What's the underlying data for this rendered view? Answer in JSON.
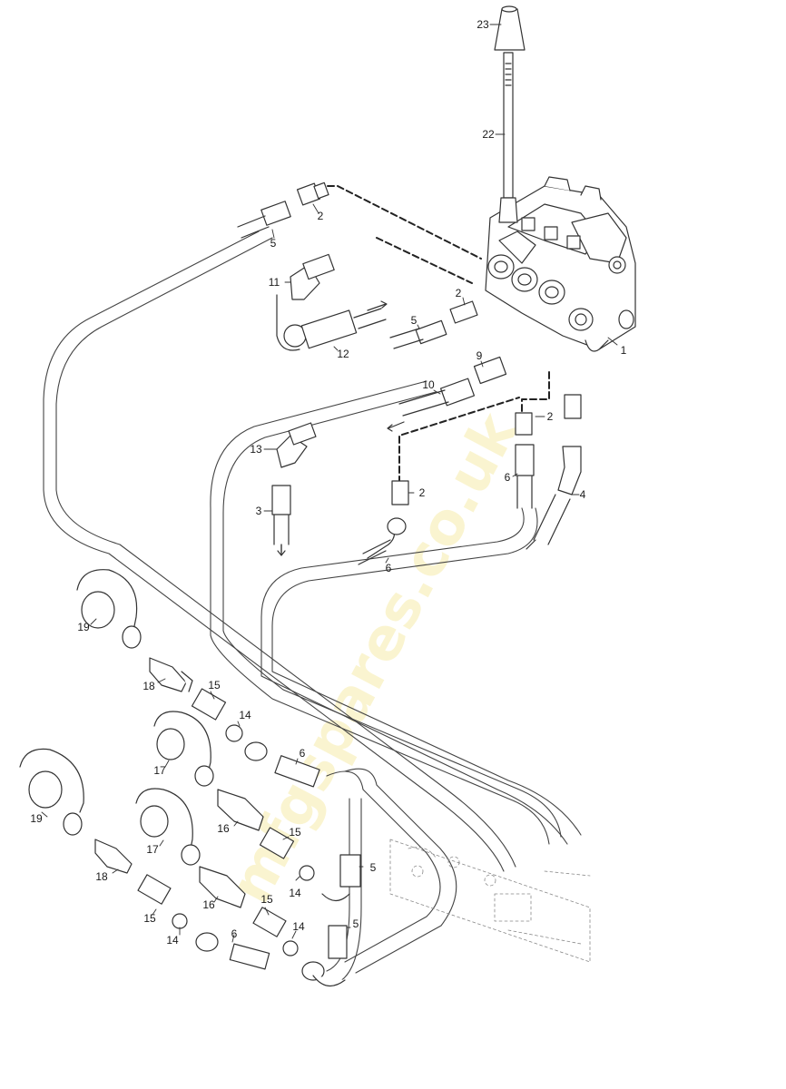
{
  "diagram": {
    "watermark": "mfgspares.co.uk",
    "callouts": [
      {
        "id": "c23a",
        "text": "23"
      },
      {
        "id": "c22a",
        "text": "22"
      },
      {
        "id": "c2a",
        "text": "2"
      },
      {
        "id": "c5a",
        "text": "5"
      },
      {
        "id": "c11a",
        "text": "11"
      },
      {
        "id": "c2b",
        "text": "2"
      },
      {
        "id": "c5b",
        "text": "5"
      },
      {
        "id": "c12a",
        "text": "12"
      },
      {
        "id": "c1a",
        "text": "1"
      },
      {
        "id": "c9a",
        "text": "9"
      },
      {
        "id": "c10a",
        "text": "10"
      },
      {
        "id": "c2c",
        "text": "2"
      },
      {
        "id": "c13a",
        "text": "13"
      },
      {
        "id": "c6a",
        "text": "6"
      },
      {
        "id": "c4a",
        "text": "4"
      },
      {
        "id": "c2d",
        "text": "2"
      },
      {
        "id": "c3a",
        "text": "3"
      },
      {
        "id": "c6b",
        "text": "6"
      },
      {
        "id": "c19a",
        "text": "19"
      },
      {
        "id": "c18a",
        "text": "18"
      },
      {
        "id": "c15a",
        "text": "15"
      },
      {
        "id": "c14a",
        "text": "14"
      },
      {
        "id": "c6c",
        "text": "6"
      },
      {
        "id": "c17a",
        "text": "17"
      },
      {
        "id": "c19b",
        "text": "19"
      },
      {
        "id": "c16a",
        "text": "16"
      },
      {
        "id": "c15b",
        "text": "15"
      },
      {
        "id": "c17b",
        "text": "17"
      },
      {
        "id": "c5c",
        "text": "5"
      },
      {
        "id": "c14b",
        "text": "14"
      },
      {
        "id": "c18b",
        "text": "18"
      },
      {
        "id": "c16b",
        "text": "16"
      },
      {
        "id": "c15c",
        "text": "15"
      },
      {
        "id": "c15d",
        "text": "15"
      },
      {
        "id": "c14c",
        "text": "14"
      },
      {
        "id": "c5d",
        "text": "5"
      },
      {
        "id": "c14d",
        "text": "14"
      },
      {
        "id": "c6d",
        "text": "6"
      }
    ]
  }
}
